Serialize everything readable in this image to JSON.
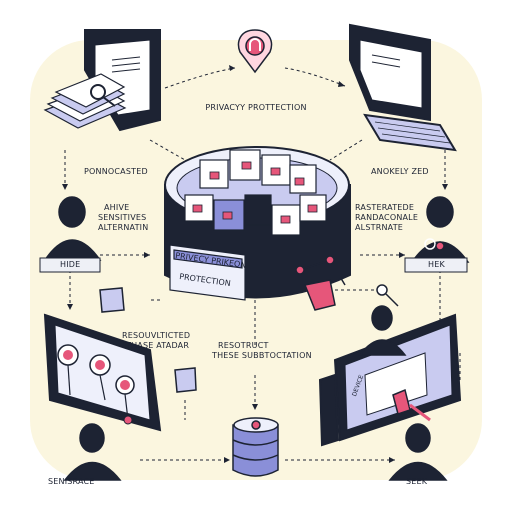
{
  "labels": {
    "top_center": "PRIVACYY PROTTECTION",
    "left_upper": "PONNOCASTED",
    "right_upper": "ANOKELY ZED",
    "left_mid_1": "AHIVE",
    "left_mid_2": "SENSITIVES",
    "left_mid_3": "ALTERNATIN",
    "right_mid_1": "RASTERATEDE",
    "right_mid_2": "RANDACONALE",
    "right_mid_3": "ALSTRNATE",
    "left_bar": "HIDE",
    "right_bar": "HEK",
    "center_banner_1": "PRIVECY PRIKEON",
    "center_banner_2": "PROTECTION",
    "center_low_1": "RESOUVLTICTED",
    "center_low_2": "THASE ATADAR",
    "center_low_3": "RESOTRUCT",
    "center_low_4": "THESE SUBBTOCTATION",
    "bottom_left": "SENISRACE",
    "bottom_right": "SEEK",
    "monitor_side": "DEVICE"
  },
  "colors": {
    "ink": "#1d2333",
    "accent_pink": "#e6567a",
    "accent_purple": "#8a8fd8",
    "panel_lilac": "#c9cbf0",
    "background_cream": "#fbf6df"
  },
  "icons": [
    "location-pin-icon",
    "lock-icon",
    "puzzle-icon",
    "database-icon",
    "key-icon",
    "padlock-icon",
    "magnifier-icon",
    "person-icon",
    "laptop-icon",
    "monitor-icon"
  ]
}
